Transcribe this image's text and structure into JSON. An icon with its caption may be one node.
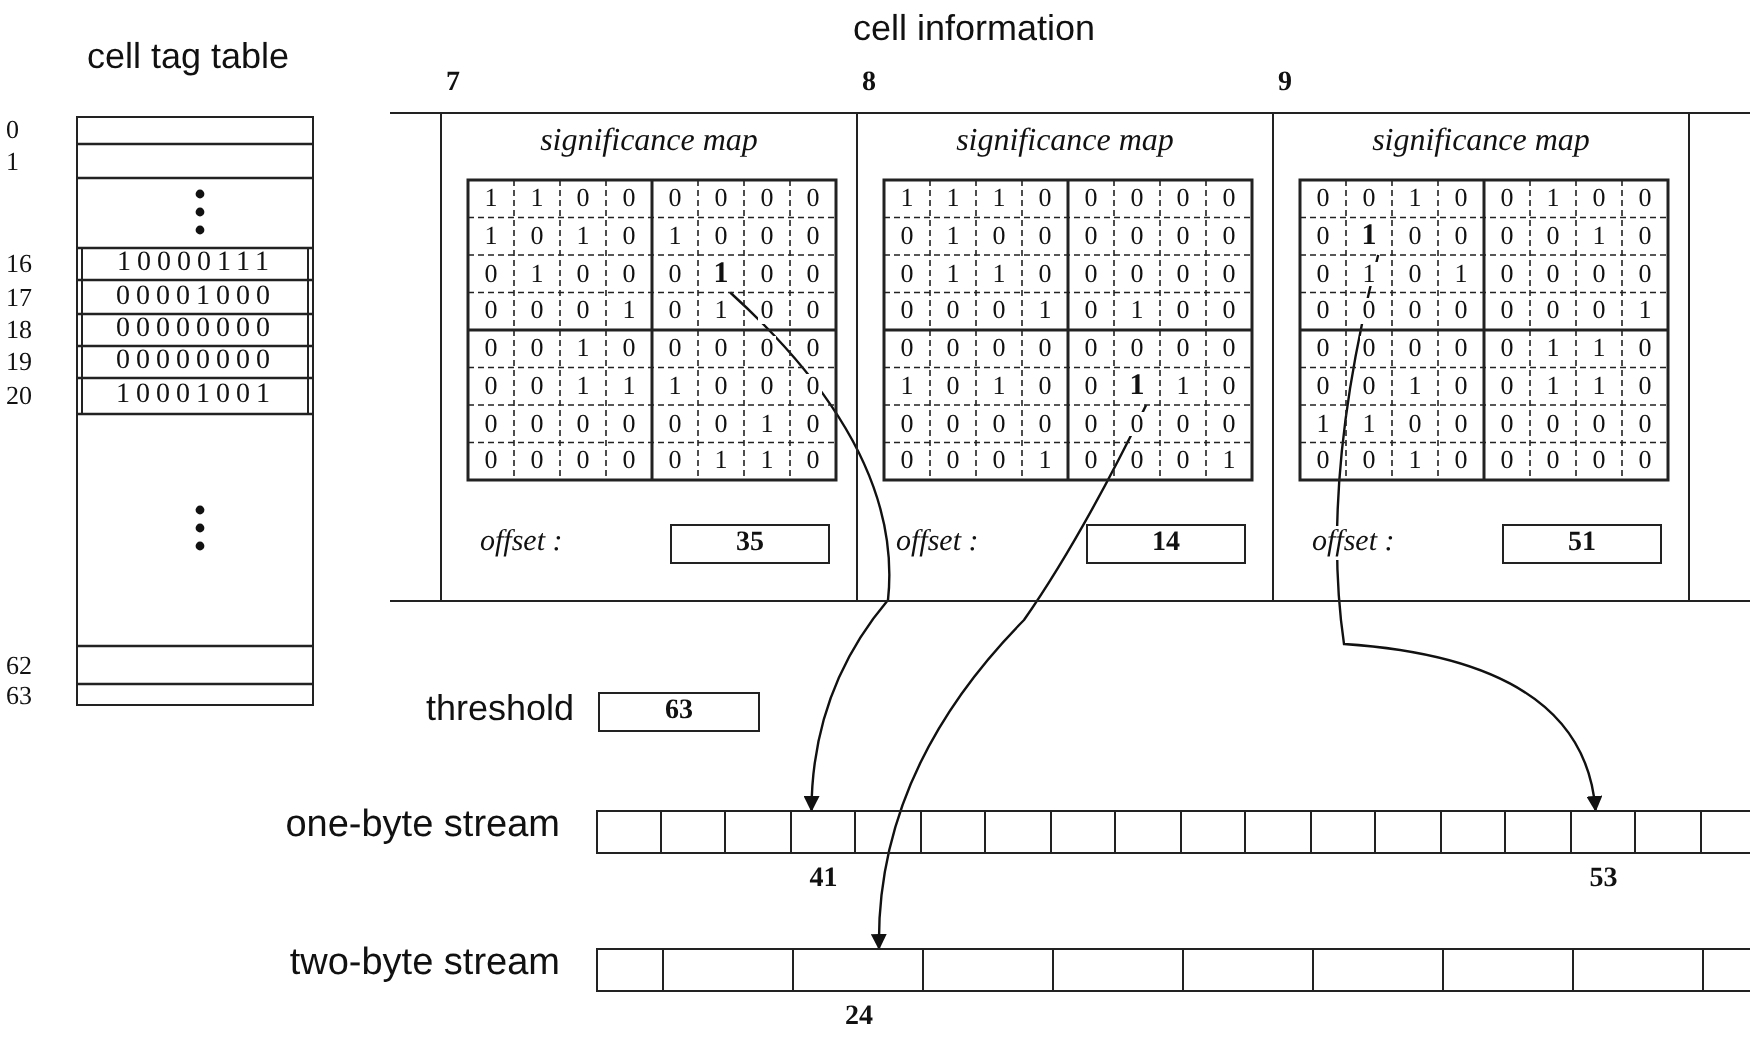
{
  "diagram": {
    "nodes": [
      {
        "text": [
          "cell tag table"
        ]
      },
      {
        "text": [
          "cell information"
        ]
      },
      {
        "text": [
          "7",
          "significance map"
        ],
        "in": 1
      },
      {
        "text": [
          "1"
        ],
        "in": 2
      },
      {
        "text": [
          "35"
        ],
        "in": 2,
        "beside": [
          "offset :"
        ]
      },
      {
        "text": [
          "8",
          "significance map"
        ],
        "in": 1
      },
      {
        "text": [
          "1"
        ],
        "in": 5
      },
      {
        "text": [
          "14"
        ],
        "in": 5,
        "beside": [
          "offset :"
        ]
      },
      {
        "text": [
          "9",
          "significance map"
        ],
        "in": 1
      },
      {
        "text": [
          "1"
        ],
        "in": 8
      },
      {
        "text": [
          "51"
        ],
        "in": 8,
        "beside": [
          "offset :"
        ]
      },
      {
        "text": [
          "63"
        ],
        "beside": [
          "threshold"
        ]
      },
      {
        "text": [
          "one-byte stream"
        ]
      },
      {
        "text": [],
        "shape": "box",
        "in": 12,
        "beside": [
          "41"
        ]
      },
      {
        "text": [],
        "shape": "box",
        "in": 12,
        "beside": [
          "53"
        ]
      },
      {
        "text": [
          "two-byte stream"
        ]
      },
      {
        "text": [],
        "shape": "box",
        "in": 15,
        "beside": [
          "24"
        ]
      }
    ],
    "edges": [
      {
        "from": 3,
        "to": 13,
        "arrow": "to"
      },
      {
        "from": 6,
        "to": 16,
        "arrow": "to"
      },
      {
        "from": 9,
        "to": 14,
        "arrow": "to"
      }
    ],
    "labels": [
      "0",
      "1",
      "16",
      "10000111",
      "17",
      "00001000",
      "18",
      "00000000",
      "19",
      "00000000",
      "20",
      "10001001",
      "62",
      "63",
      "1",
      "1",
      "0",
      "0",
      "0",
      "0",
      "0",
      "0",
      "1",
      "0",
      "1",
      "0",
      "1",
      "0",
      "0",
      "0",
      "0",
      "1",
      "0",
      "0",
      "0",
      "0",
      "0",
      "0",
      "0",
      "0",
      "1",
      "0",
      "1",
      "0",
      "0",
      "0",
      "0",
      "1",
      "0",
      "0",
      "0",
      "0",
      "0",
      "0",
      "0",
      "1",
      "1",
      "1",
      "0",
      "0",
      "0",
      "0",
      "0",
      "0",
      "0",
      "0",
      "0",
      "1",
      "0",
      "0",
      "0",
      "0",
      "0",
      "0",
      "1",
      "1",
      "0",
      "1",
      "1",
      "1",
      "0",
      "0",
      "0",
      "0",
      "0",
      "0",
      "1",
      "0",
      "0",
      "0",
      "0",
      "0",
      "0",
      "0",
      "1",
      "1",
      "0",
      "0",
      "0",
      "0",
      "0",
      "0",
      "0",
      "0",
      "1",
      "0",
      "1",
      "0",
      "0",
      "0",
      "0",
      "0",
      "0",
      "0",
      "0",
      "0",
      "0",
      "1",
      "0",
      "1",
      "0",
      "0",
      "1",
      "0",
      "0",
      "0",
      "0",
      "0",
      "0",
      "0",
      "0",
      "0",
      "0",
      "0",
      "0",
      "1",
      "0",
      "0",
      "0",
      "1",
      "0",
      "0",
      "1",
      "0",
      "0",
      "1",
      "0",
      "0",
      "0",
      "0",
      "0",
      "0",
      "0",
      "1",
      "0",
      "0",
      "1",
      "0",
      "1",
      "0",
      "0",
      "0",
      "0",
      "0",
      "0",
      "0",
      "0",
      "0",
      "0",
      "0",
      "1",
      "0",
      "0",
      "0",
      "0",
      "0",
      "1",
      "1",
      "0",
      "0",
      "0",
      "1",
      "0",
      "0",
      "1",
      "1",
      "0",
      "1",
      "1",
      "0",
      "0",
      "0",
      "0",
      "0",
      "0",
      "0",
      "0",
      "1",
      "0",
      "0",
      "0",
      "0",
      "0"
    ]
  }
}
